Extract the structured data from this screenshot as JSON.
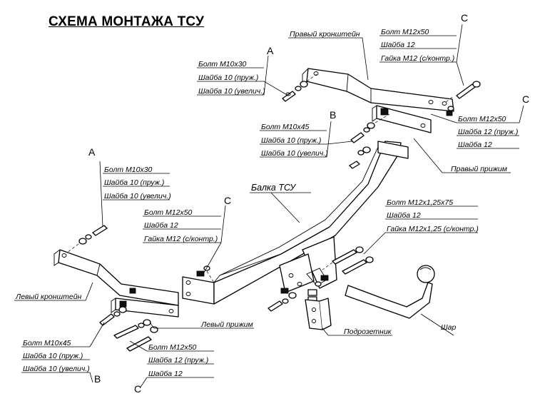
{
  "title": "СХЕМА МОНТАЖА ТСУ",
  "parts": {
    "beam": "Балка ТСУ",
    "right_bracket": "Правый кронштейн",
    "left_bracket": "Левый кронштейн",
    "right_clamp": "Правый прижим",
    "left_clamp": "Левый прижим",
    "socket_holder": "Подрозетник",
    "ball": "Шар"
  },
  "groups": {
    "a_top": {
      "letter": "A",
      "items": [
        "Болт М10х30",
        "Шайба 10 (пруж.)",
        "Шайба 10 (увелич.)"
      ]
    },
    "a_left": {
      "letter": "A",
      "items": [
        "Болт М10х30",
        "Шайба 10 (пруж.)",
        "Шайба 10 (увелич.)"
      ]
    },
    "b_mid": {
      "letter": "B",
      "items": [
        "Болт М10х45",
        "Шайба 10 (пруж.)",
        "Шайба 10 (увелич.)"
      ]
    },
    "b_bottom": {
      "letter": "B",
      "items": [
        "Болт М10х45",
        "Шайба 10 (пруж.)",
        "Шайба 10 (увелич.)"
      ]
    },
    "c_top": {
      "letter": "C",
      "items": [
        "Болт М12х50",
        "Шайба 12",
        "Гайка М12 (с/контр.)"
      ]
    },
    "c_right": {
      "letter": "C",
      "items": [
        "Болт М12х50",
        "Шайба 12 (пруж.)",
        "Шайба 12"
      ]
    },
    "c_mid": {
      "letter": "C",
      "items": [
        "Болт М12х50",
        "Шайба 12",
        "Гайка М12 (с/контр.)"
      ]
    },
    "c_bottom": {
      "letter": "C",
      "items": [
        "Болт М12х50",
        "Шайба 12 (пруж.)",
        "Шайба 12"
      ]
    },
    "ball_mount": {
      "items": [
        "Болт М12х1,25х75",
        "Шайба 12",
        "Гайка М12х1,25 (с/контр.)"
      ]
    }
  }
}
